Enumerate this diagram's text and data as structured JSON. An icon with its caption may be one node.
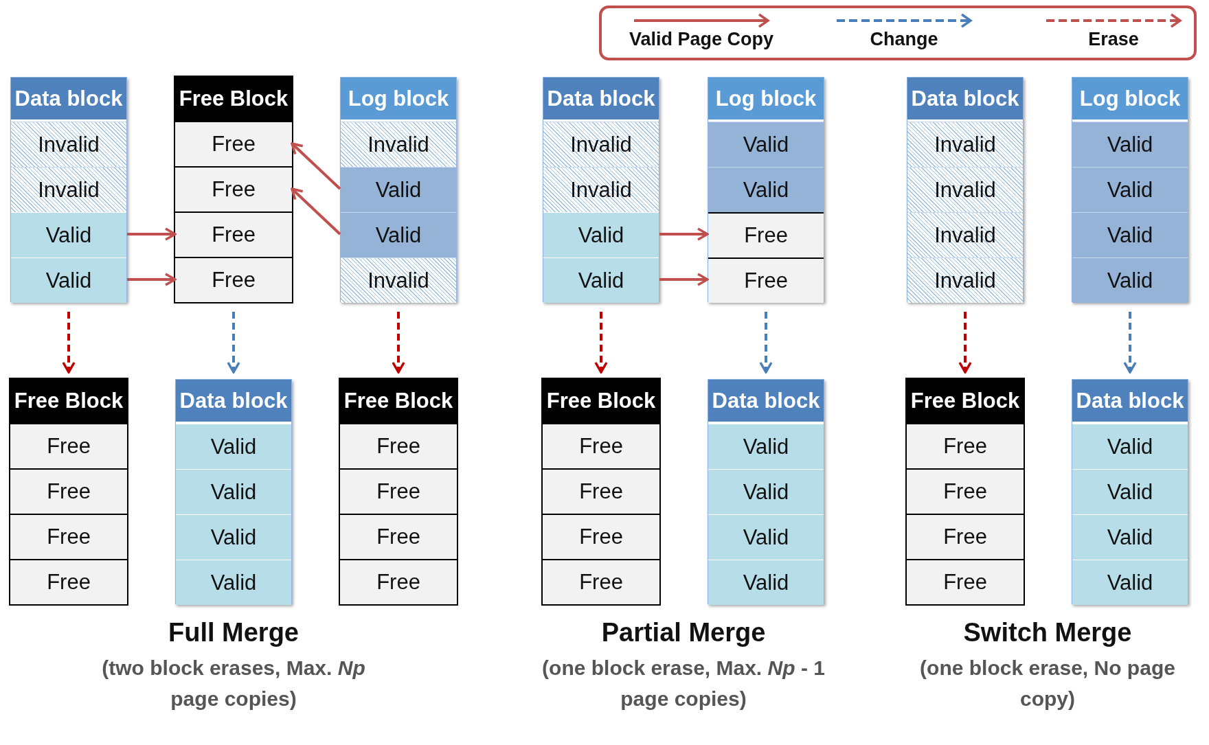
{
  "diagram": {
    "nodes": [
      {
        "text": [
          "Data block"
        ]
      },
      {
        "text": [
          "Invalid"
        ],
        "in": 0
      },
      {
        "text": [
          "Invalid"
        ],
        "in": 0
      },
      {
        "text": [
          "Valid"
        ],
        "in": 0
      },
      {
        "text": [
          "Valid"
        ],
        "in": 0
      },
      {
        "text": [
          "Free Block"
        ]
      },
      {
        "text": [
          "Free"
        ],
        "in": 5
      },
      {
        "text": [
          "Free"
        ],
        "in": 5
      },
      {
        "text": [
          "Free"
        ],
        "in": 5
      },
      {
        "text": [
          "Free"
        ],
        "in": 5
      },
      {
        "text": [
          "Log block"
        ]
      },
      {
        "text": [
          "Invalid"
        ],
        "in": 10
      },
      {
        "text": [
          "Valid"
        ],
        "in": 10
      },
      {
        "text": [
          "Valid"
        ],
        "in": 10
      },
      {
        "text": [
          "Invalid"
        ],
        "in": 10
      },
      {
        "text": [
          "Data block"
        ]
      },
      {
        "text": [
          "Invalid"
        ],
        "in": 15
      },
      {
        "text": [
          "Invalid"
        ],
        "in": 15
      },
      {
        "text": [
          "Valid"
        ],
        "in": 15
      },
      {
        "text": [
          "Valid"
        ],
        "in": 15
      },
      {
        "text": [
          "Log block"
        ]
      },
      {
        "text": [
          "Valid"
        ],
        "in": 20
      },
      {
        "text": [
          "Valid"
        ],
        "in": 20
      },
      {
        "text": [
          "Free"
        ],
        "in": 20
      },
      {
        "text": [
          "Free"
        ],
        "in": 20
      },
      {
        "text": [
          "Data block"
        ]
      },
      {
        "text": [
          "Invalid"
        ],
        "in": 25
      },
      {
        "text": [
          "Invalid"
        ],
        "in": 25
      },
      {
        "text": [
          "Invalid"
        ],
        "in": 25
      },
      {
        "text": [
          "Invalid"
        ],
        "in": 25
      },
      {
        "text": [
          "Log block"
        ]
      },
      {
        "text": [
          "Valid"
        ],
        "in": 30
      },
      {
        "text": [
          "Valid"
        ],
        "in": 30
      },
      {
        "text": [
          "Valid"
        ],
        "in": 30
      },
      {
        "text": [
          "Valid"
        ],
        "in": 30
      },
      {
        "text": [
          "Free Block"
        ]
      },
      {
        "text": [
          "Free"
        ],
        "in": 35
      },
      {
        "text": [
          "Free"
        ],
        "in": 35
      },
      {
        "text": [
          "Free"
        ],
        "in": 35
      },
      {
        "text": [
          "Free"
        ],
        "in": 35
      },
      {
        "text": [
          "Data block"
        ]
      },
      {
        "text": [
          "Valid"
        ],
        "in": 40
      },
      {
        "text": [
          "Valid"
        ],
        "in": 40
      },
      {
        "text": [
          "Valid"
        ],
        "in": 40
      },
      {
        "text": [
          "Valid"
        ],
        "in": 40
      },
      {
        "text": [
          "Free Block"
        ]
      },
      {
        "text": [
          "Free"
        ],
        "in": 45
      },
      {
        "text": [
          "Free"
        ],
        "in": 45
      },
      {
        "text": [
          "Free"
        ],
        "in": 45
      },
      {
        "text": [
          "Free"
        ],
        "in": 45
      },
      {
        "text": [
          "Free Block"
        ]
      },
      {
        "text": [
          "Free"
        ],
        "in": 50
      },
      {
        "text": [
          "Free"
        ],
        "in": 50
      },
      {
        "text": [
          "Free"
        ],
        "in": 50
      },
      {
        "text": [
          "Free"
        ],
        "in": 50
      },
      {
        "text": [
          "Data block"
        ]
      },
      {
        "text": [
          "Valid"
        ],
        "in": 55
      },
      {
        "text": [
          "Valid"
        ],
        "in": 55
      },
      {
        "text": [
          "Valid"
        ],
        "in": 55
      },
      {
        "text": [
          "Valid"
        ],
        "in": 55
      },
      {
        "text": [
          "Free Block"
        ]
      },
      {
        "text": [
          "Free"
        ],
        "in": 60
      },
      {
        "text": [
          "Free"
        ],
        "in": 60
      },
      {
        "text": [
          "Free"
        ],
        "in": 60
      },
      {
        "text": [
          "Free"
        ],
        "in": 60
      },
      {
        "text": [
          "Data block"
        ]
      },
      {
        "text": [
          "Valid"
        ],
        "in": 65
      },
      {
        "text": [
          "Valid"
        ],
        "in": 65
      },
      {
        "text": [
          "Valid"
        ],
        "in": 65
      },
      {
        "text": [
          "Valid"
        ],
        "in": 65
      }
    ],
    "edges": [
      {
        "from": 3,
        "to": 8,
        "arrow": "to"
      },
      {
        "from": 4,
        "to": 9,
        "arrow": "to"
      },
      {
        "from": 12,
        "to": 6,
        "arrow": "to"
      },
      {
        "from": 13,
        "to": 7,
        "arrow": "to"
      },
      {
        "from": 18,
        "to": 23,
        "arrow": "to"
      },
      {
        "from": 19,
        "to": 24,
        "arrow": "to"
      },
      {
        "from": 0,
        "to": 35,
        "arrow": "to",
        "style": "dashed",
        "color": "#c00000"
      },
      {
        "from": 5,
        "to": 40,
        "arrow": "to",
        "style": "dashed",
        "color": "#4a7ebb"
      },
      {
        "from": 10,
        "to": 45,
        "arrow": "to",
        "style": "dashed",
        "color": "#c00000"
      },
      {
        "from": 15,
        "to": 50,
        "arrow": "to",
        "style": "dashed",
        "color": "#c00000"
      },
      {
        "from": 20,
        "to": 55,
        "arrow": "to",
        "style": "dashed",
        "color": "#4a7ebb"
      },
      {
        "from": 25,
        "to": 60,
        "arrow": "to",
        "style": "dashed",
        "color": "#c00000"
      },
      {
        "from": 30,
        "to": 65,
        "arrow": "to",
        "style": "dashed",
        "color": "#4a7ebb"
      }
    ],
    "labels": [
      "Full Merge",
      "(two block erases, Max. *Np* page copies)",
      "Partial Merge",
      "(one block erase, Max. *Np* - 1 page copies)",
      "Switch Merge",
      "(one block erase, No page copy)"
    ],
    "legend": [
      {
        "text": "Valid Page Copy"
      },
      {
        "text": "Change"
      },
      {
        "text": "Erase"
      }
    ]
  }
}
